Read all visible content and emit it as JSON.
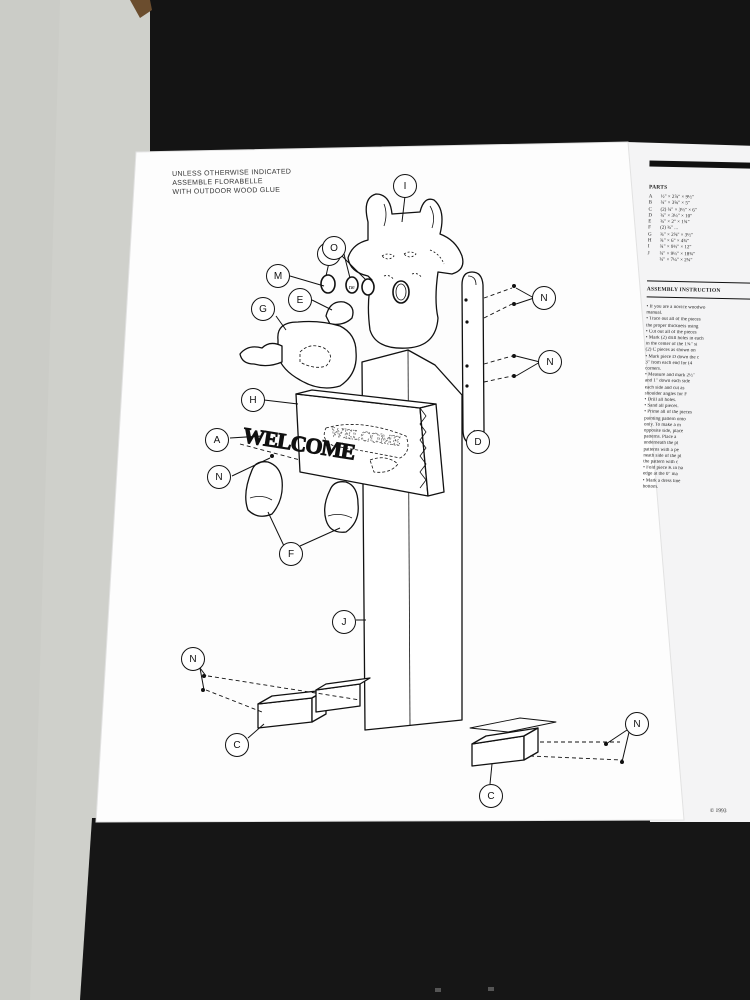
{
  "note": {
    "lines": [
      "UNLESS OTHERWISE INDICATED",
      "ASSEMBLE FLORABELLE",
      "WITH OUTDOOR WOOD GLUE"
    ]
  },
  "sign_text": "WELCOME",
  "callouts": {
    "I": "I",
    "L": "L",
    "O": "O",
    "M": "M",
    "E": "E",
    "G": "G",
    "N": "N",
    "H": "H",
    "A": "A",
    "D": "D",
    "F": "F",
    "J": "J",
    "C": "C"
  },
  "right_page": {
    "parts_heading": "PARTS",
    "parts": [
      {
        "key": "A",
        "dim": "½\" × 2⅞\" × 9½\""
      },
      {
        "key": "B",
        "dim": "¾\" × 3⅝\" × 5\""
      },
      {
        "key": "C",
        "dim": "(2) ¾\" × 3½\" × 6\""
      },
      {
        "key": "D",
        "dim": "¾\" × 3½\" × 10\""
      },
      {
        "key": "E",
        "dim": "¾\" × 2\" × 1¾\""
      },
      {
        "key": "F",
        "dim": "(2) ¾\" ..."
      },
      {
        "key": "G",
        "dim": "¾\" × 2⅝\" × 3½\""
      },
      {
        "key": "H",
        "dim": "¾\" × 6\" × 4¾\""
      },
      {
        "key": "I",
        "dim": "¾\" × 9½\" × 12\""
      },
      {
        "key": "J",
        "dim": "¾\" × 9½\" × 18¾\""
      },
      {
        "key": "",
        "dim": "¾\" × 7¼\" × 2¾\""
      }
    ],
    "instructions_heading": "ASSEMBLY INSTRUCTION",
    "instructions": [
      "• If you are a novice woodwo",
      "  manual.",
      "• Trace out all of the pieces",
      "  the proper thickness using",
      "• Cut out all of the pieces",
      "• Mark (2) drill holes in each",
      "  in the center of the 1¾\" si",
      "  (2) C pieces as shown on",
      "• Mark piece D down the c",
      "  3\" from each end for (4",
      "  corners.",
      "• Measure and mark 2½\"",
      "  and 1\" down each side",
      "  each side and cut as",
      "  shoulder angles for F",
      "• Drill all holes.",
      "• Sand all pieces.",
      "• Prime all of the pieces",
      "  painting pattern onto",
      "  only.  To make a m",
      "  opposite side, place",
      "  patterns.  Place a",
      "  underneath the pl",
      "  patterns with a pe",
      "  neath side of the pl",
      "  the pattern with c",
      "• Fold piece K in ha",
      "  edge at the 0\" ma",
      "• Mark a dress line",
      "  bottom."
    ],
    "copyright": "© 1993"
  }
}
